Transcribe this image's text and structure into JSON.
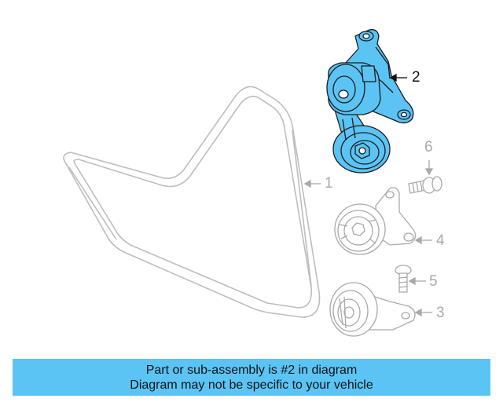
{
  "diagram": {
    "highlight_color": "#5bc4f5",
    "outline_color": "#bdbdbd",
    "callouts": [
      {
        "id": "1",
        "label": "1",
        "part": "drive-belt",
        "highlighted": false
      },
      {
        "id": "2",
        "label": "2",
        "part": "belt-tensioner-assembly",
        "highlighted": true
      },
      {
        "id": "3",
        "label": "3",
        "part": "lower-idler-pulley",
        "highlighted": false
      },
      {
        "id": "4",
        "label": "4",
        "part": "upper-idler-pulley",
        "highlighted": false
      },
      {
        "id": "5",
        "label": "5",
        "part": "small-bolt",
        "highlighted": false
      },
      {
        "id": "6",
        "label": "6",
        "part": "bolt",
        "highlighted": false
      }
    ]
  },
  "banner": {
    "line1": "Part or sub-assembly is #2 in diagram",
    "line2": "Diagram may not be specific to your vehicle",
    "background": "#5bc4f5"
  }
}
